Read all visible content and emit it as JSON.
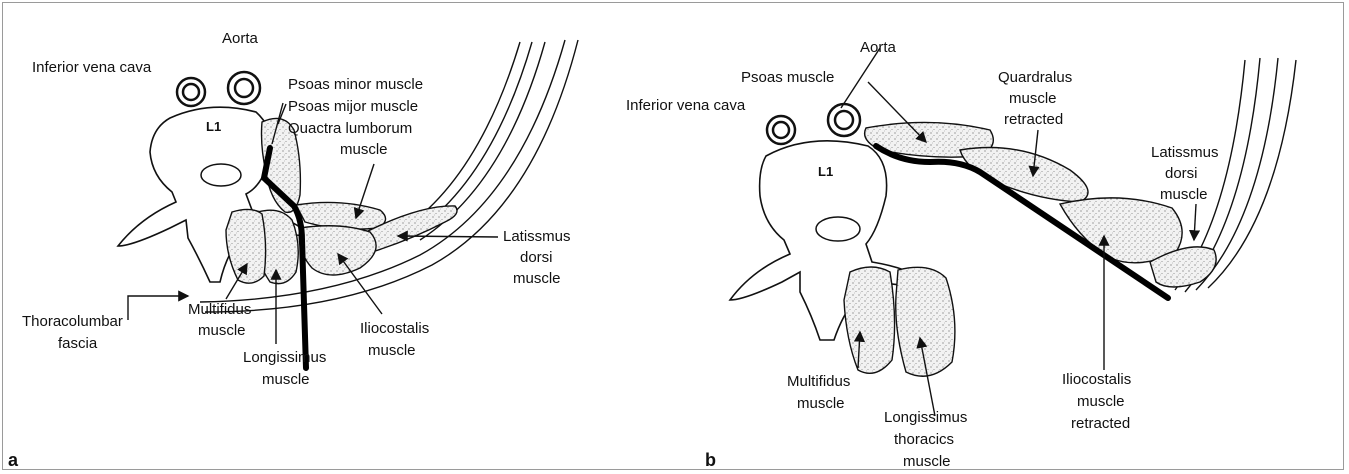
{
  "panels": [
    {
      "letter": "a",
      "vertebra": "L1",
      "labels": {
        "ivc": "Inferior vena cava",
        "aorta": "Aorta",
        "psoas_minor": "Psoas minor muscle",
        "psoas_major": "Psoas mijor muscle",
        "quadratus_1": "Quactra lumborum",
        "quadratus_2": "muscle",
        "latissimus_1": "Latissmus",
        "latissimus_2": "dorsi",
        "latissimus_3": "muscle",
        "thoracolumbar_1": "Thoracolumbar",
        "thoracolumbar_2": "fascia",
        "multifidus_1": "Multifidus",
        "multifidus_2": "muscle",
        "longissimus_1": "Longissimus",
        "longissimus_2": "muscle",
        "iliocostalis_1": "Iliocostalis",
        "iliocostalis_2": "muscle"
      }
    },
    {
      "letter": "b",
      "vertebra": "L1",
      "labels": {
        "ivc": "Inferior vena cava",
        "aorta": "Aorta",
        "psoas": "Psoas muscle",
        "quadratus_1": "Quardralus",
        "quadratus_2": "muscle",
        "quadratus_3": "retracted",
        "latissimus_1": "Latissmus",
        "latissimus_2": "dorsi",
        "latissimus_3": "muscle",
        "multifidus_1": "Multifidus",
        "multifidus_2": "muscle",
        "longissimus_1": "Longissimus",
        "longissimus_2": "thoracics",
        "longissimus_3": "muscle",
        "iliocostalis_1": "Iliocostalis",
        "iliocostalis_2": "muscle",
        "iliocostalis_3": "retracted"
      }
    }
  ]
}
